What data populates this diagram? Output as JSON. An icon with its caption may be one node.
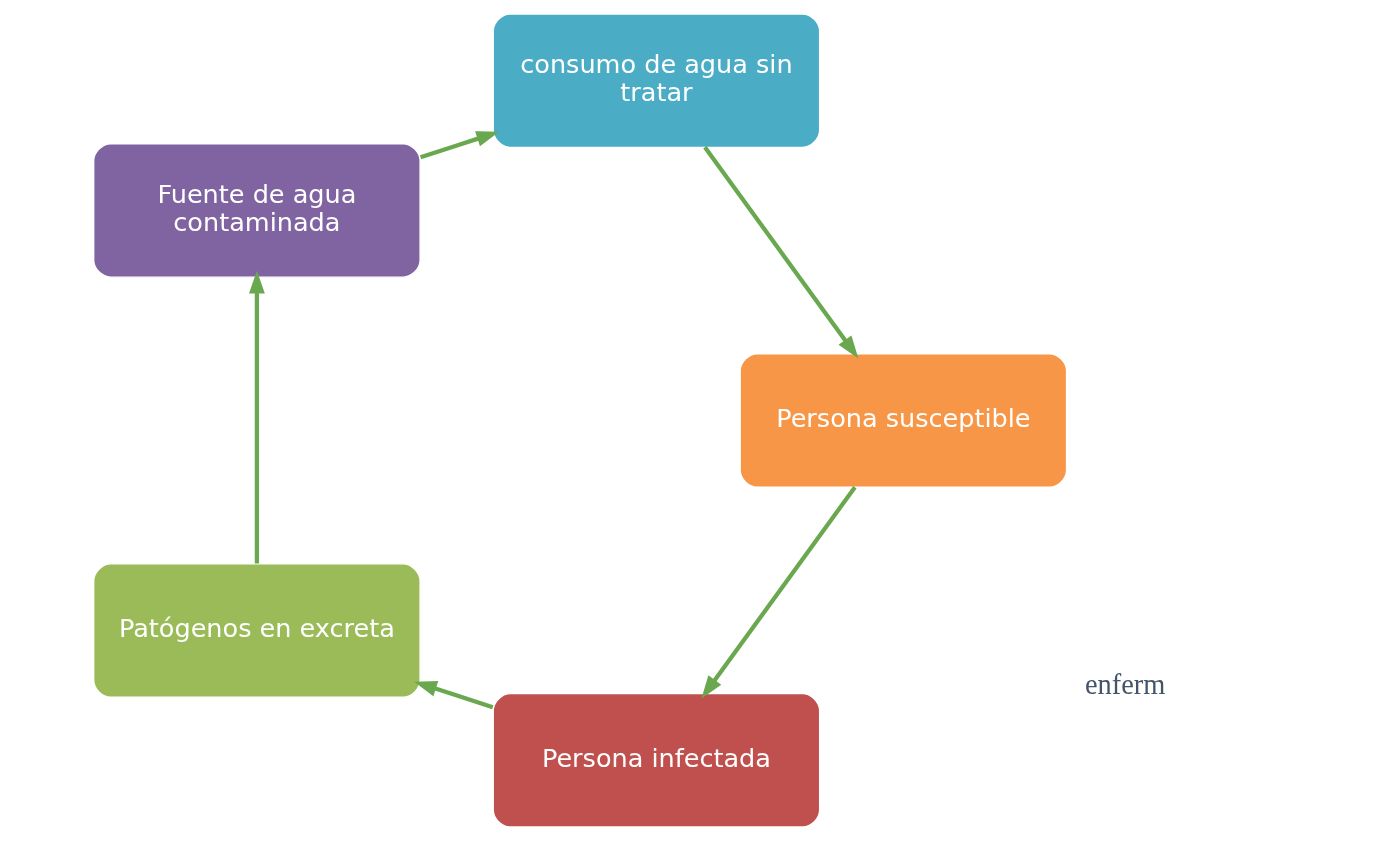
{
  "diagram": {
    "nodes": [
      {
        "text": [
          "Persona infectada"
        ]
      },
      {
        "text": [
          "Patógenos en excreta"
        ]
      },
      {
        "text": [
          "Fuente de agua contaminada"
        ]
      },
      {
        "text": [
          "consumo de agua sin tratar"
        ]
      },
      {
        "text": [
          "Persona susceptible"
        ]
      }
    ],
    "edges": [
      {
        "from": 0,
        "to": 1,
        "arrow": "to"
      },
      {
        "from": 1,
        "to": 2,
        "arrow": "to"
      },
      {
        "from": 2,
        "to": 3,
        "arrow": "to"
      },
      {
        "from": 3,
        "to": 4,
        "arrow": "to"
      },
      {
        "from": 4,
        "to": 0,
        "arrow": "to"
      }
    ],
    "labels": [
      "enferm"
    ]
  }
}
